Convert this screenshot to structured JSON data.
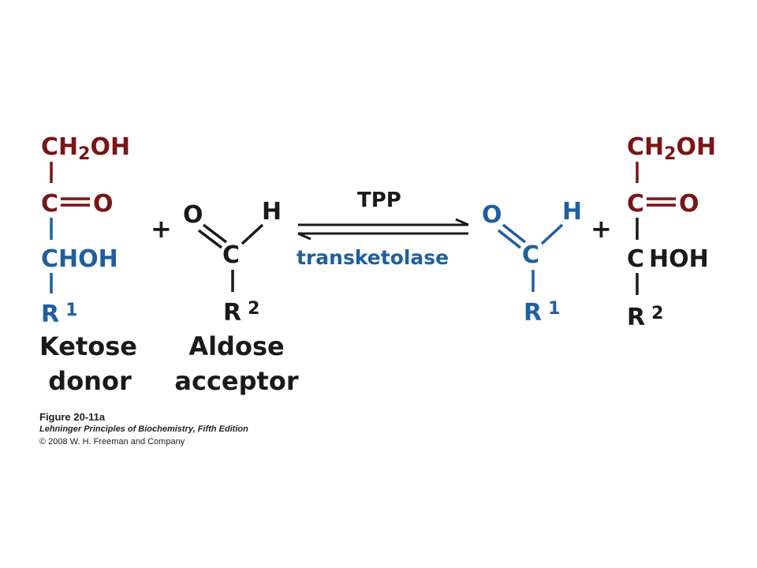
{
  "colors": {
    "maroon": "#7a1416",
    "blue": "#1f5fa0",
    "black": "#1a1a1a"
  },
  "reaction": {
    "ketose_donor": {
      "top": "CH",
      "top_sub": "2",
      "top_end": "OH",
      "carbonyl_c": "C",
      "carbonyl_o": "O",
      "chain": "CHOH",
      "r_group": "R",
      "r_sup": "1"
    },
    "aldose_acceptor": {
      "o": "O",
      "h": "H",
      "c": "C",
      "r_group": "R",
      "r_sup": "2"
    },
    "plus_sign": "+",
    "arrow": {
      "cofactor": "TPP",
      "enzyme": "transketolase"
    },
    "product_aldehyde": {
      "o": "O",
      "h": "H",
      "c": "C",
      "r_group": "R",
      "r_sup": "1"
    },
    "product_ketose": {
      "top": "CH",
      "top_sub": "2",
      "top_end": "OH",
      "carbonyl_c": "C",
      "carbonyl_o": "O",
      "c": "C",
      "hoh": "HOH",
      "r_group": "R",
      "r_sup": "2"
    }
  },
  "labels": {
    "ketose_line1": "Ketose",
    "ketose_line2": "donor",
    "aldose_line1": "Aldose",
    "aldose_line2": "acceptor"
  },
  "caption": {
    "figure_number": "Figure 20-11a",
    "book": "Lehninger Principles of Biochemistry, Fifth Edition",
    "copyright": "© 2008 W. H. Freeman and Company"
  }
}
